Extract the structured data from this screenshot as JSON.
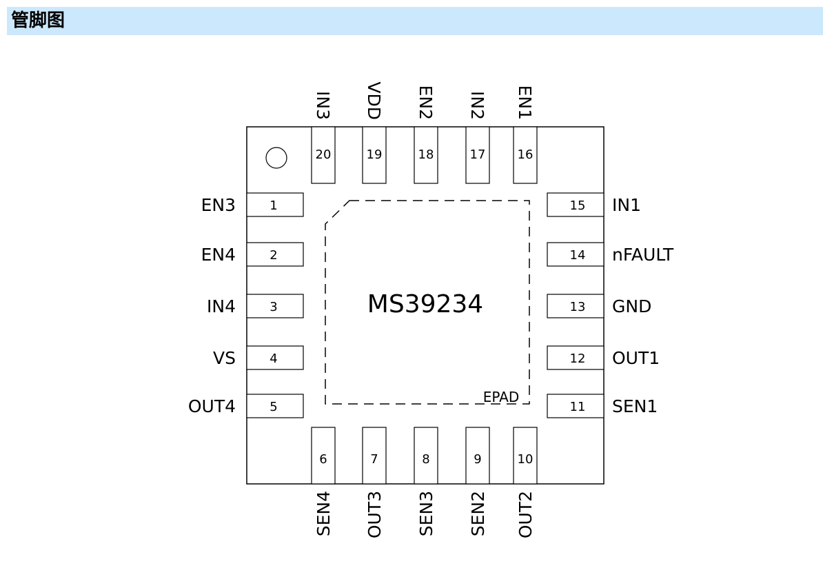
{
  "header": {
    "title": "管脚图"
  },
  "chip": {
    "name": "MS39234",
    "epad_label": "EPAD"
  },
  "pins": {
    "left": [
      {
        "num": "1",
        "label": "EN3"
      },
      {
        "num": "2",
        "label": "EN4"
      },
      {
        "num": "3",
        "label": "IN4"
      },
      {
        "num": "4",
        "label": "VS"
      },
      {
        "num": "5",
        "label": "OUT4"
      }
    ],
    "bottom": [
      {
        "num": "6",
        "label": "SEN4"
      },
      {
        "num": "7",
        "label": "OUT3"
      },
      {
        "num": "8",
        "label": "SEN3"
      },
      {
        "num": "9",
        "label": "SEN2"
      },
      {
        "num": "10",
        "label": "OUT2"
      }
    ],
    "right": [
      {
        "num": "11",
        "label": "SEN1"
      },
      {
        "num": "12",
        "label": "OUT1"
      },
      {
        "num": "13",
        "label": "GND"
      },
      {
        "num": "14",
        "label": "nFAULT"
      },
      {
        "num": "15",
        "label": "IN1"
      }
    ],
    "top": [
      {
        "num": "16",
        "label": "EN1"
      },
      {
        "num": "17",
        "label": "IN2"
      },
      {
        "num": "18",
        "label": "EN2"
      },
      {
        "num": "19",
        "label": "VDD"
      },
      {
        "num": "20",
        "label": "IN3"
      }
    ]
  }
}
